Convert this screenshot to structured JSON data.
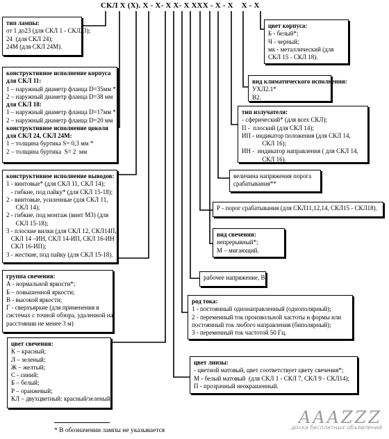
{
  "code": "СКЛ Х (Х). Х - Х- Х Х- Х ХХХ - Х - Х    Х - Х",
  "boxes": {
    "lamp_type": {
      "lines": [
        "тип лампы:",
        "от 1 до23 (для СКЛ 1 - СКЛ23);",
        "24  (для СКЛ 24);",
        "24М (для СКЛ 24М)."
      ]
    },
    "construction": {
      "lines": [
        "конструктивное исполнение корпуса",
        "для СКЛ 11:",
        "1 – наружный диаметр фланца D=35мм *",
        "2 – наружный диаметр фланца D=38 мм",
        "для СКЛ 18:",
        "1 – наружный диаметр фланца D=17мм *",
        "2 – наружный диаметр фланца D=20 мм",
        "конструктивное исполнение цоколя",
        "для СКЛ 24, СКЛ 24М:",
        "1 – толщина буртика S= 0,3 мм *",
        "2 – толщина буртика  S= 2  мм"
      ],
      "bold": [
        0,
        1,
        4,
        7,
        8
      ]
    },
    "leads": {
      "lines": [
        "конструктивное исполнение выводов:",
        "1 - винтовые* (для СКЛ 11, СКЛ 14);",
        "   - гибкие, под пайку* (для СКЛ 15-18);",
        "2 - винтовые, усиленные (для СКЛ 11,",
        "      СКЛ 14);",
        "2 - гибкие, под монтаж (винт М3) (для",
        "      СКЛ 15-18);",
        "3 - плоские вилки (для СКЛ 12, СКЛ14П,",
        "   СКЛ 14 –ИН, СКЛ 14-ИП, СКЛ 16-ИН",
        "   СКЛ 16-ИП);",
        "3 - жесткие, под пайку (для СКЛ 15-18)."
      ],
      "bold": [
        0
      ]
    },
    "brightness": {
      "lines": [
        "группа свечения:",
        "А - нормальной яркости*;",
        "Б – повышенной яркости;",
        "В - высокой яркости;",
        "Г - сверхъяркие (для применения в",
        "системах с точной обзора, удаленной на",
        "расстоянии не менее 3 м)"
      ]
    },
    "glow_color": {
      "lines": [
        "цвет свечения:",
        "К – красный;",
        "Л – зеленый;",
        "Ж – желтый;",
        "С - синий;",
        "Б – белый;",
        "Р – оранжевый;",
        "КЛ – двухцветный: красный/зеленый"
      ]
    },
    "body_color": {
      "lines": [
        "цвет корпуса:",
        "Б - белый*;",
        "Ч - черный;",
        "мк - металлический (для",
        "СКЛ 15 - СКЛ 18)."
      ]
    },
    "climate": {
      "lines": [
        "вид климатического исполнения:",
        "УХЛ2.1*",
        "В2."
      ]
    },
    "emitter": {
      "lines": [
        "тип излучателя:",
        "- сферический* (для всех СКЛ);",
        "П -  плоский (для СКЛ 14);",
        "ИП - индикатор положения (для СКЛ 14,",
        "             СКЛ 16);",
        "ИН -  индикатор направления ( для СКЛ 14,",
        "             СКЛ 16)."
      ]
    },
    "threshold_voltage": {
      "lines": [
        "величина напряжения порога",
        "срабатывания**"
      ]
    },
    "threshold": {
      "lines": [
        "Р - порог срабатывания (для СКЛ11,12,14, СКЛ15 - СКЛ18)."
      ]
    },
    "glow_type": {
      "lines": [
        "вид свечения:",
        "непрерывный*;",
        "М – мигающий."
      ]
    },
    "voltage": {
      "lines": [
        "рабочее напряжение, В"
      ]
    },
    "current": {
      "lines": [
        "род тока:",
        "1 - постоянный однонаправленный (однополярный);",
        "2 - переменный ток произвольной частоты и формы или",
        "постоянный ток любого направления (биполярный);",
        "3 - переменный ток частотой 50 Гц."
      ]
    },
    "lens_color": {
      "lines": [
        "цвет линзы:",
        "- цветной матовый, цвет соответствует цвету свечения*;",
        "М - белый матовый  (для СКЛ 1 - СКЛ 7, СКЛ 9 - СКЛ14);",
        "П - прозрачный неокрашенный."
      ]
    }
  },
  "note": "* В обозначении лампы не указывается",
  "watermark": {
    "big": "AAAZZZ",
    "small": "доска бесплатных объявлений"
  }
}
